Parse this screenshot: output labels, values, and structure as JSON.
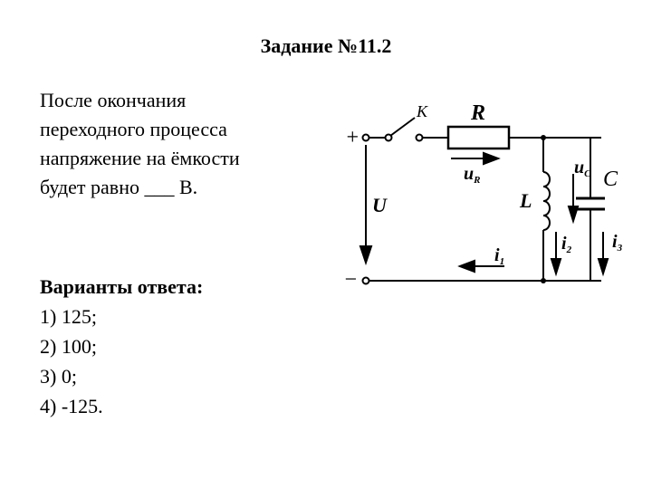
{
  "title": "Задание №11.2",
  "question": {
    "lines": [
      "После окончания",
      "переходного процесса",
      "напряжение на ёмкости",
      "будет равно  ___ В."
    ]
  },
  "answers": {
    "header": "Варианты ответа:",
    "options": [
      "1) 125;",
      "2) 100;",
      "3) 0;",
      "4) -125."
    ]
  },
  "circuit": {
    "plus": "+",
    "minus": "−",
    "switch_label": "К",
    "resistor_label": "R",
    "voltage_r": "u",
    "voltage_r_sub": "R",
    "source_label": "U",
    "inductor_label": "L",
    "voltage_c": "u",
    "voltage_c_sub": "C",
    "capacitor_label": "C",
    "current_1": "i",
    "current_1_sub": "1",
    "current_2": "i",
    "current_2_sub": "2",
    "current_3": "i",
    "current_3_sub": "3"
  }
}
